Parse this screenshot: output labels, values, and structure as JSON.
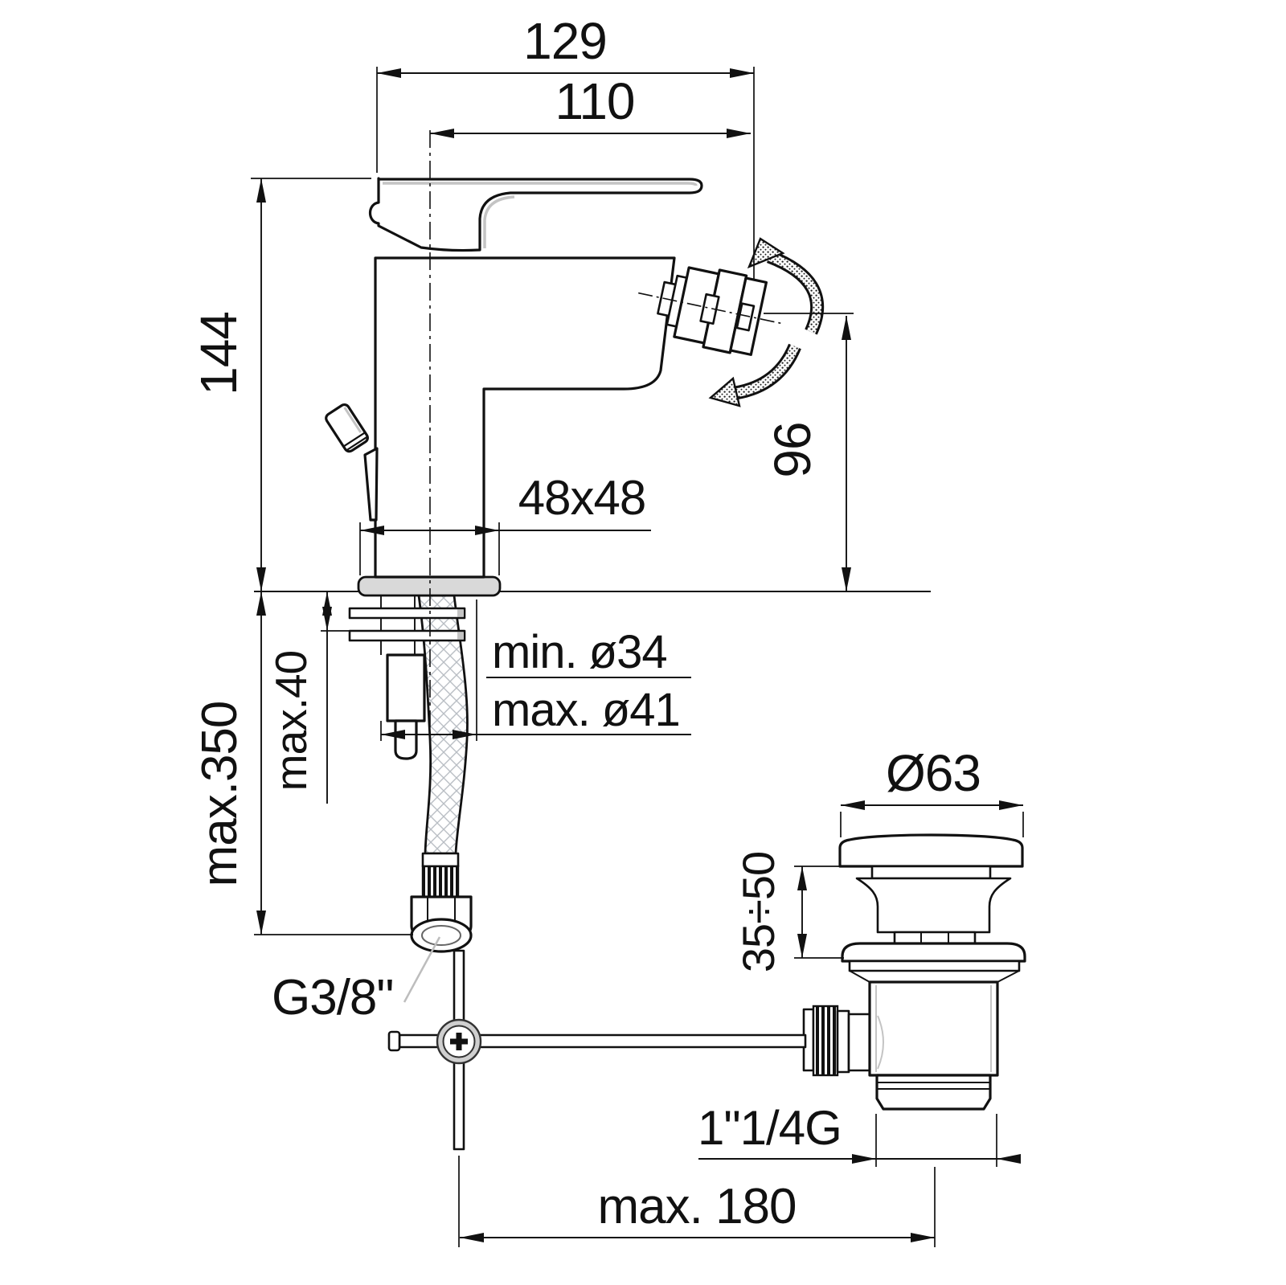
{
  "drawing": {
    "type": "technical-dimension-drawing",
    "product": "single-lever bidet mixer with swivel aerator, flexible supply hose and pop-up waste",
    "colors": {
      "background": "#ffffff",
      "line": "#111111",
      "accent_gray": "#c4c4c4",
      "plate_fill": "#d9d9d9"
    },
    "dimensions": {
      "overall_projection": "129",
      "spout_projection": "110",
      "total_height": "144",
      "spout_height": "96",
      "base_plate_section": "48x48",
      "deck_hole_min": "min. ø34",
      "deck_hole_max": "max. ø41",
      "deck_thickness": "max.40",
      "hose_length": "max.350",
      "supply_thread": "G3/8\"",
      "waste_cap_diameter": "Ø63",
      "waste_height_range": "35÷50",
      "waste_thread": "1\"1/4G",
      "rod_reach": "max. 180"
    }
  }
}
